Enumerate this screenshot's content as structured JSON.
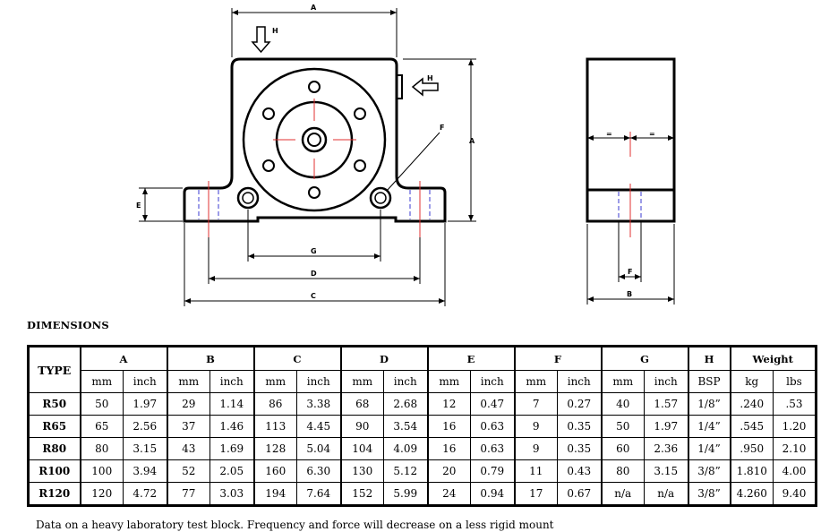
{
  "drawing": {
    "front_view_labels": {
      "a": "A",
      "h_top": "H",
      "h_side": "H",
      "a_right": "A",
      "f": "F",
      "e": "E",
      "g": "G",
      "d": "D",
      "c": "C"
    },
    "side_view_labels": {
      "eq_left": "=",
      "eq_right": "=",
      "f": "F",
      "b": "B"
    },
    "colors": {
      "centerline": "#e03030",
      "hidden_line": "#3a3ad0",
      "line": "#000000"
    }
  },
  "section_title": "DIMENSIONS",
  "table": {
    "type_header": "TYPE",
    "groups": [
      "A",
      "B",
      "C",
      "D",
      "E",
      "F",
      "G",
      "H",
      "Weight"
    ],
    "units": {
      "A": [
        "mm",
        "inch"
      ],
      "B": [
        "mm",
        "inch"
      ],
      "C": [
        "mm",
        "inch"
      ],
      "D": [
        "mm",
        "inch"
      ],
      "E": [
        "mm",
        "inch"
      ],
      "F": [
        "mm",
        "inch"
      ],
      "G": [
        "mm",
        "inch"
      ],
      "H": [
        "BSP"
      ],
      "Weight": [
        "kg",
        "lbs"
      ]
    },
    "unit_row": [
      "mm",
      "inch",
      "mm",
      "inch",
      "mm",
      "inch",
      "mm",
      "inch",
      "mm",
      "inch",
      "mm",
      "inch",
      "mm",
      "inch",
      "BSP",
      "kg",
      "lbs"
    ],
    "rows": [
      {
        "type": "R50",
        "values": [
          "50",
          "1.97",
          "29",
          "1.14",
          "86",
          "3.38",
          "68",
          "2.68",
          "12",
          "0.47",
          "7",
          "0.27",
          "40",
          "1.57",
          "1/8”",
          ".240",
          ".53"
        ]
      },
      {
        "type": "R65",
        "values": [
          "65",
          "2.56",
          "37",
          "1.46",
          "113",
          "4.45",
          "90",
          "3.54",
          "16",
          "0.63",
          "9",
          "0.35",
          "50",
          "1.97",
          "1/4”",
          ".545",
          "1.20"
        ]
      },
      {
        "type": "R80",
        "values": [
          "80",
          "3.15",
          "43",
          "1.69",
          "128",
          "5.04",
          "104",
          "4.09",
          "16",
          "0.63",
          "9",
          "0.35",
          "60",
          "2.36",
          "1/4”",
          ".950",
          "2.10"
        ]
      },
      {
        "type": "R100",
        "values": [
          "100",
          "3.94",
          "52",
          "2.05",
          "160",
          "6.30",
          "130",
          "5.12",
          "20",
          "0.79",
          "11",
          "0.43",
          "80",
          "3.15",
          "3/8”",
          "1.810",
          "4.00"
        ]
      },
      {
        "type": "R120",
        "values": [
          "120",
          "4.72",
          "77",
          "3.03",
          "194",
          "7.64",
          "152",
          "5.99",
          "24",
          "0.94",
          "17",
          "0.67",
          "n/a",
          "n/a",
          "3/8”",
          "4.260",
          "9.40"
        ]
      }
    ]
  },
  "footnote": "Data on a heavy laboratory test block. Frequency and force will decrease on a less rigid mount"
}
